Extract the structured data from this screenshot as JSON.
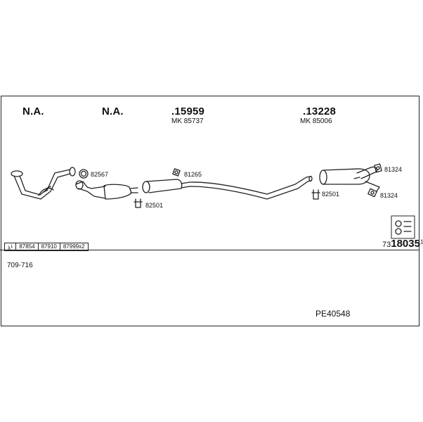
{
  "headers": {
    "na_1": "N.A.",
    "na_2": "N.A.",
    "section_a_code": ".15959",
    "section_a_mk": "MK 85737",
    "section_b_code": ".13228",
    "section_b_mk": "MK 85006"
  },
  "callouts": {
    "ring_gasket": "82567",
    "clamp_left": "82501",
    "hanger_mid": "81265",
    "clamp_right": "82501",
    "rubber_top": "81324",
    "rubber_bottom": "81324"
  },
  "variants": {
    "symbol": "λ",
    "symbol_sup": "1",
    "items": [
      "87854",
      "87910",
      "87999x2"
    ]
  },
  "part_number": {
    "prefix": "73",
    "main": "18035",
    "suffix": "1"
  },
  "footer": {
    "range": "709-716",
    "code": "PE40548"
  }
}
